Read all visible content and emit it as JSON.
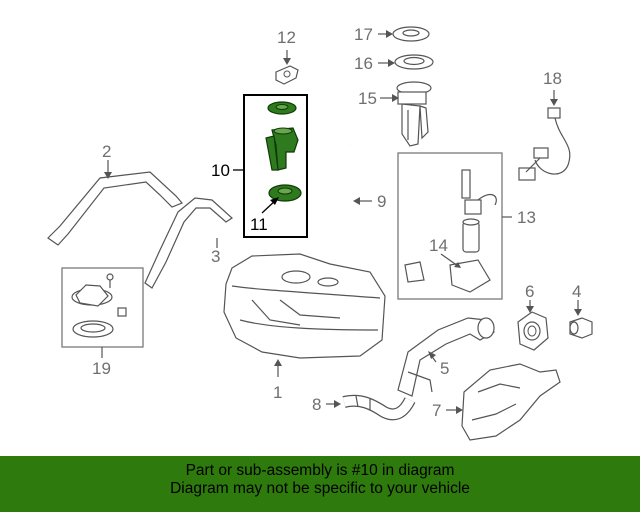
{
  "diagram": {
    "callouts": {
      "c1": "1",
      "c2": "2",
      "c3": "3",
      "c4": "4",
      "c5": "5",
      "c6": "6",
      "c7": "7",
      "c8": "8",
      "c9": "9",
      "c10": "10",
      "c11": "11",
      "c12": "12",
      "c13": "13",
      "c14": "14",
      "c15": "15",
      "c16": "16",
      "c17": "17",
      "c18": "18",
      "c19": "19"
    },
    "highlighted_part": "10",
    "highlight_color": "#2f7a1e"
  },
  "banner": {
    "line1": "Part or sub-assembly is #10 in diagram",
    "line2": "Diagram may not be specific to your vehicle",
    "background": "#2e7a0c"
  }
}
